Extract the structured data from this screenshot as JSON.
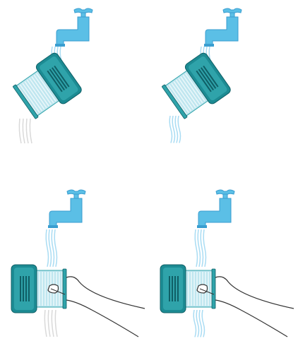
{
  "colors": {
    "tap": "#5bbfe6",
    "tap_outline": "#3a9ed0",
    "water": "#a9dcf3",
    "housing_dark": "#1c8b93",
    "housing_mid": "#2fa3aa",
    "housing_outline": "#0f5f66",
    "filter_light": "#bfe6ef",
    "filter_pleat": "#eaf7fa",
    "dirty_water": "#d9d9d9",
    "hand_outline": "#333333",
    "hand_fill": "#ffffff"
  },
  "panels": [
    {
      "name": "rinse-filter-angled-dirty",
      "water": "dirty"
    },
    {
      "name": "rinse-filter-angled-clean",
      "water": "clean"
    },
    {
      "name": "rinse-filter-held-dirty",
      "water": "dirty"
    },
    {
      "name": "rinse-filter-held-clean",
      "water": "clean"
    }
  ],
  "icons": [
    "faucet-icon",
    "filter-cartridge-icon",
    "hand-icon",
    "water-stream-icon"
  ]
}
